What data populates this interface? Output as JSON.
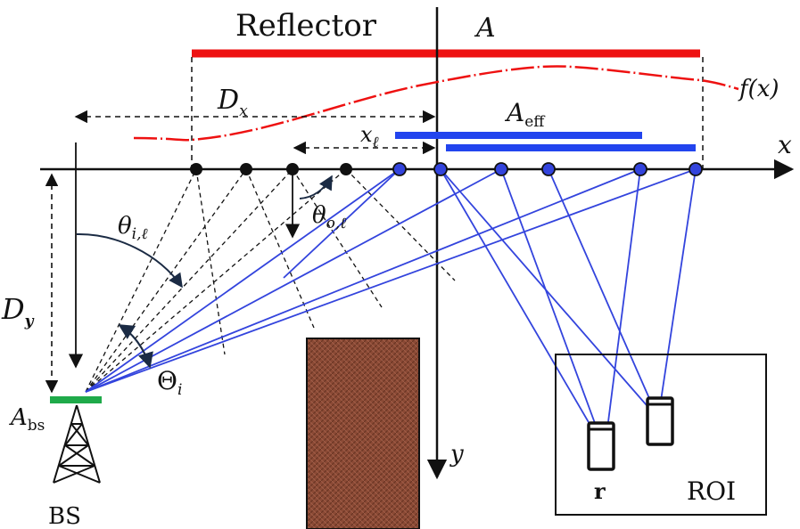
{
  "labels": {
    "reflector": "Reflector",
    "A": "A",
    "Dx": "D",
    "Dx_sub": "x",
    "fx": "f(x)",
    "Aeff": "A",
    "Aeff_sub": "eff",
    "x_axis": "x",
    "xl": "x",
    "xl_sub": "ℓ",
    "theta_i": "θ",
    "theta_i_sub": "i,ℓ",
    "theta_o": "θ",
    "theta_o_sub": "o,ℓ",
    "Dy": "D",
    "Dy_sub": "y",
    "Theta_i": "Θ",
    "Theta_i_sub": "i",
    "Abs": "A",
    "Abs_sub": "bs",
    "BS": "BS",
    "y_axis": "y",
    "r": "r",
    "ROI": "ROI"
  },
  "colors": {
    "reflector": "#ee1111",
    "rays": "#3344dd",
    "effective": "#2244ee",
    "bs_antenna": "#1faa4a",
    "obstacle": "#8b4a35",
    "axes": "#111111"
  }
}
